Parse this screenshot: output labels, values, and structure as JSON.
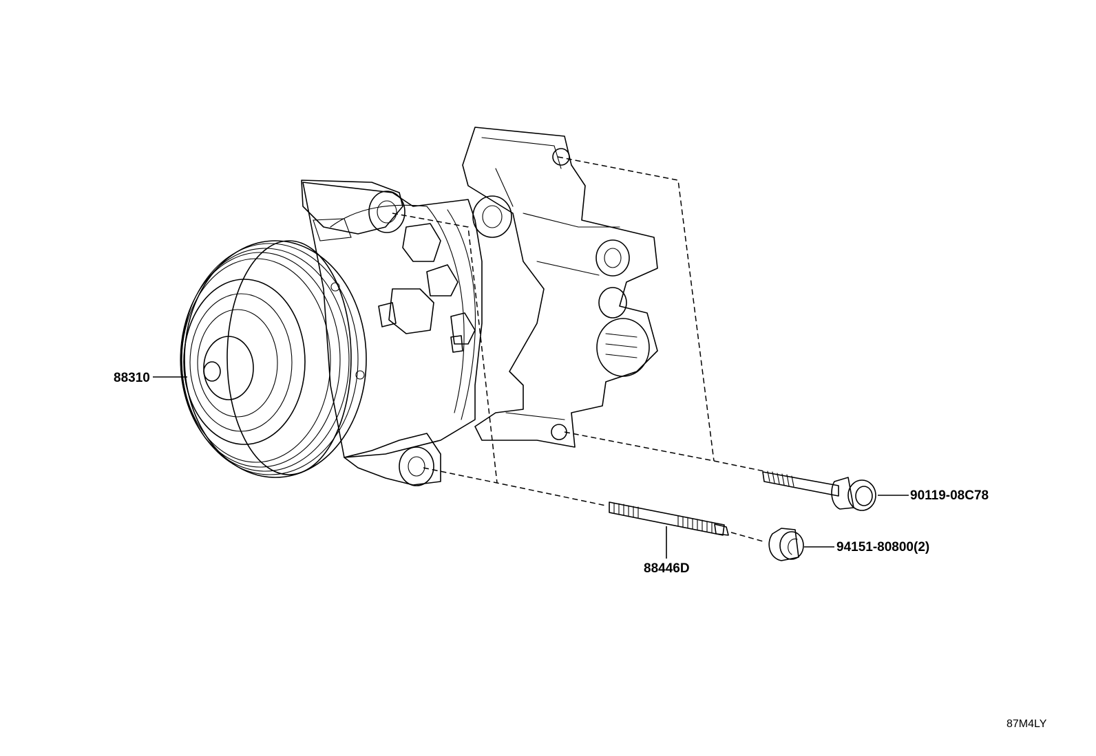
{
  "callouts": {
    "compressor": "88310",
    "stud_bolt": "88446D",
    "bolt": "90119-08C78",
    "nut": "94151-80800(2)"
  },
  "figure_code": "87M4LY"
}
